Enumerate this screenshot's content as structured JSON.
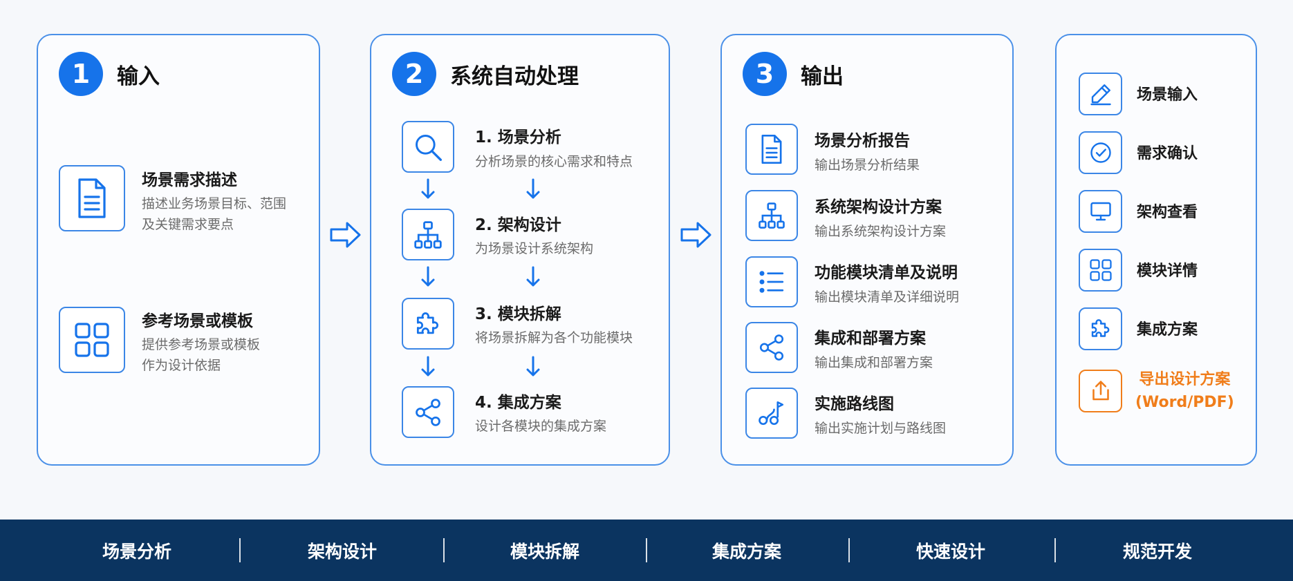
{
  "stages": [
    {
      "number": "1",
      "title": "输入"
    },
    {
      "number": "2",
      "title": "系统自动处理"
    },
    {
      "number": "3",
      "title": "输出"
    }
  ],
  "input_items": [
    {
      "icon": "document-icon",
      "title": "场景需求描述",
      "desc_line1": "描述业务场景目标、范围",
      "desc_line2": "及关键需求要点"
    },
    {
      "icon": "grid-icon",
      "title": "参考场景或模板",
      "desc_line1": "提供参考场景或模板",
      "desc_line2": "作为设计依据"
    }
  ],
  "process_steps": [
    {
      "icon": "search-icon",
      "title": "1. 场景分析",
      "desc": "分析场景的核心需求和特点"
    },
    {
      "icon": "hierarchy-icon",
      "title": "2. 架构设计",
      "desc": "为场景设计系统架构"
    },
    {
      "icon": "puzzle-icon",
      "title": "3. 模块拆解",
      "desc": "将场景拆解为各个功能模块"
    },
    {
      "icon": "share-icon",
      "title": "4. 集成方案",
      "desc": "设计各模块的集成方案"
    }
  ],
  "outputs": [
    {
      "icon": "document-icon",
      "title": "场景分析报告",
      "desc": "输出场景分析结果"
    },
    {
      "icon": "hierarchy-icon",
      "title": "系统架构设计方案",
      "desc": "输出系统架构设计方案"
    },
    {
      "icon": "list-icon",
      "title": "功能模块清单及说明",
      "desc": "输出模块清单及详细说明"
    },
    {
      "icon": "share-icon",
      "title": "集成和部署方案",
      "desc": "输出集成和部署方案"
    },
    {
      "icon": "route-flag-icon",
      "title": "实施路线图",
      "desc": "输出实施计划与路线图"
    }
  ],
  "actions": [
    {
      "icon": "pencil-icon",
      "label": "场景输入"
    },
    {
      "icon": "check-circle-icon",
      "label": "需求确认"
    },
    {
      "icon": "monitor-icon",
      "label": "架构查看"
    },
    {
      "icon": "grid-icon",
      "label": "模块详情"
    },
    {
      "icon": "puzzle-icon",
      "label": "集成方案"
    },
    {
      "icon": "export-icon",
      "label_line1": "导出设计方案",
      "label_line2": "(Word/PDF)"
    }
  ],
  "bottom_bar": [
    "场景分析",
    "架构设计",
    "模块拆解",
    "集成方案",
    "快速设计",
    "规范开发"
  ],
  "colors": {
    "primary": "#1673ea",
    "border": "#4a90e8",
    "accent": "#f07d1a",
    "bar": "#0b3460"
  }
}
